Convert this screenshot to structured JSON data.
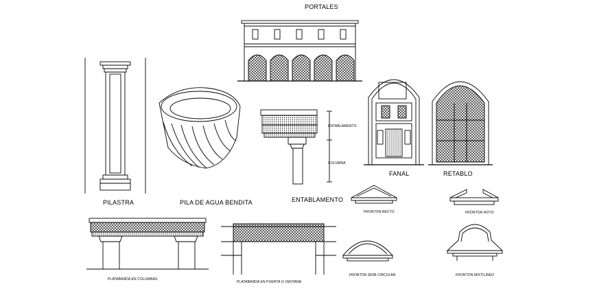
{
  "labels": {
    "portales": "PORTALES",
    "pilastra": "PILASTRA",
    "pila": "PILA DE AGUA BENDITA",
    "entablamento": "ENTABLAMENTO",
    "entablamento_dim": "ENTABLAMENTO",
    "columna_dim": "COLUMNA",
    "fanal": "FANAL",
    "retablo": "RETABLO",
    "fronton_recto": "FRONTON RECTO",
    "fronton_roto": "FRONTON ROTO",
    "fronton_semi": "FRONTON SEMI-CIRCULAR",
    "fronton_mixti": "FRONTON MIXTILINEO",
    "platabanda_col": "PLATABANDA EN COLUMNAS",
    "platabanda_puerta": "PLATABANDA EN PUERTA O VENTANA"
  }
}
